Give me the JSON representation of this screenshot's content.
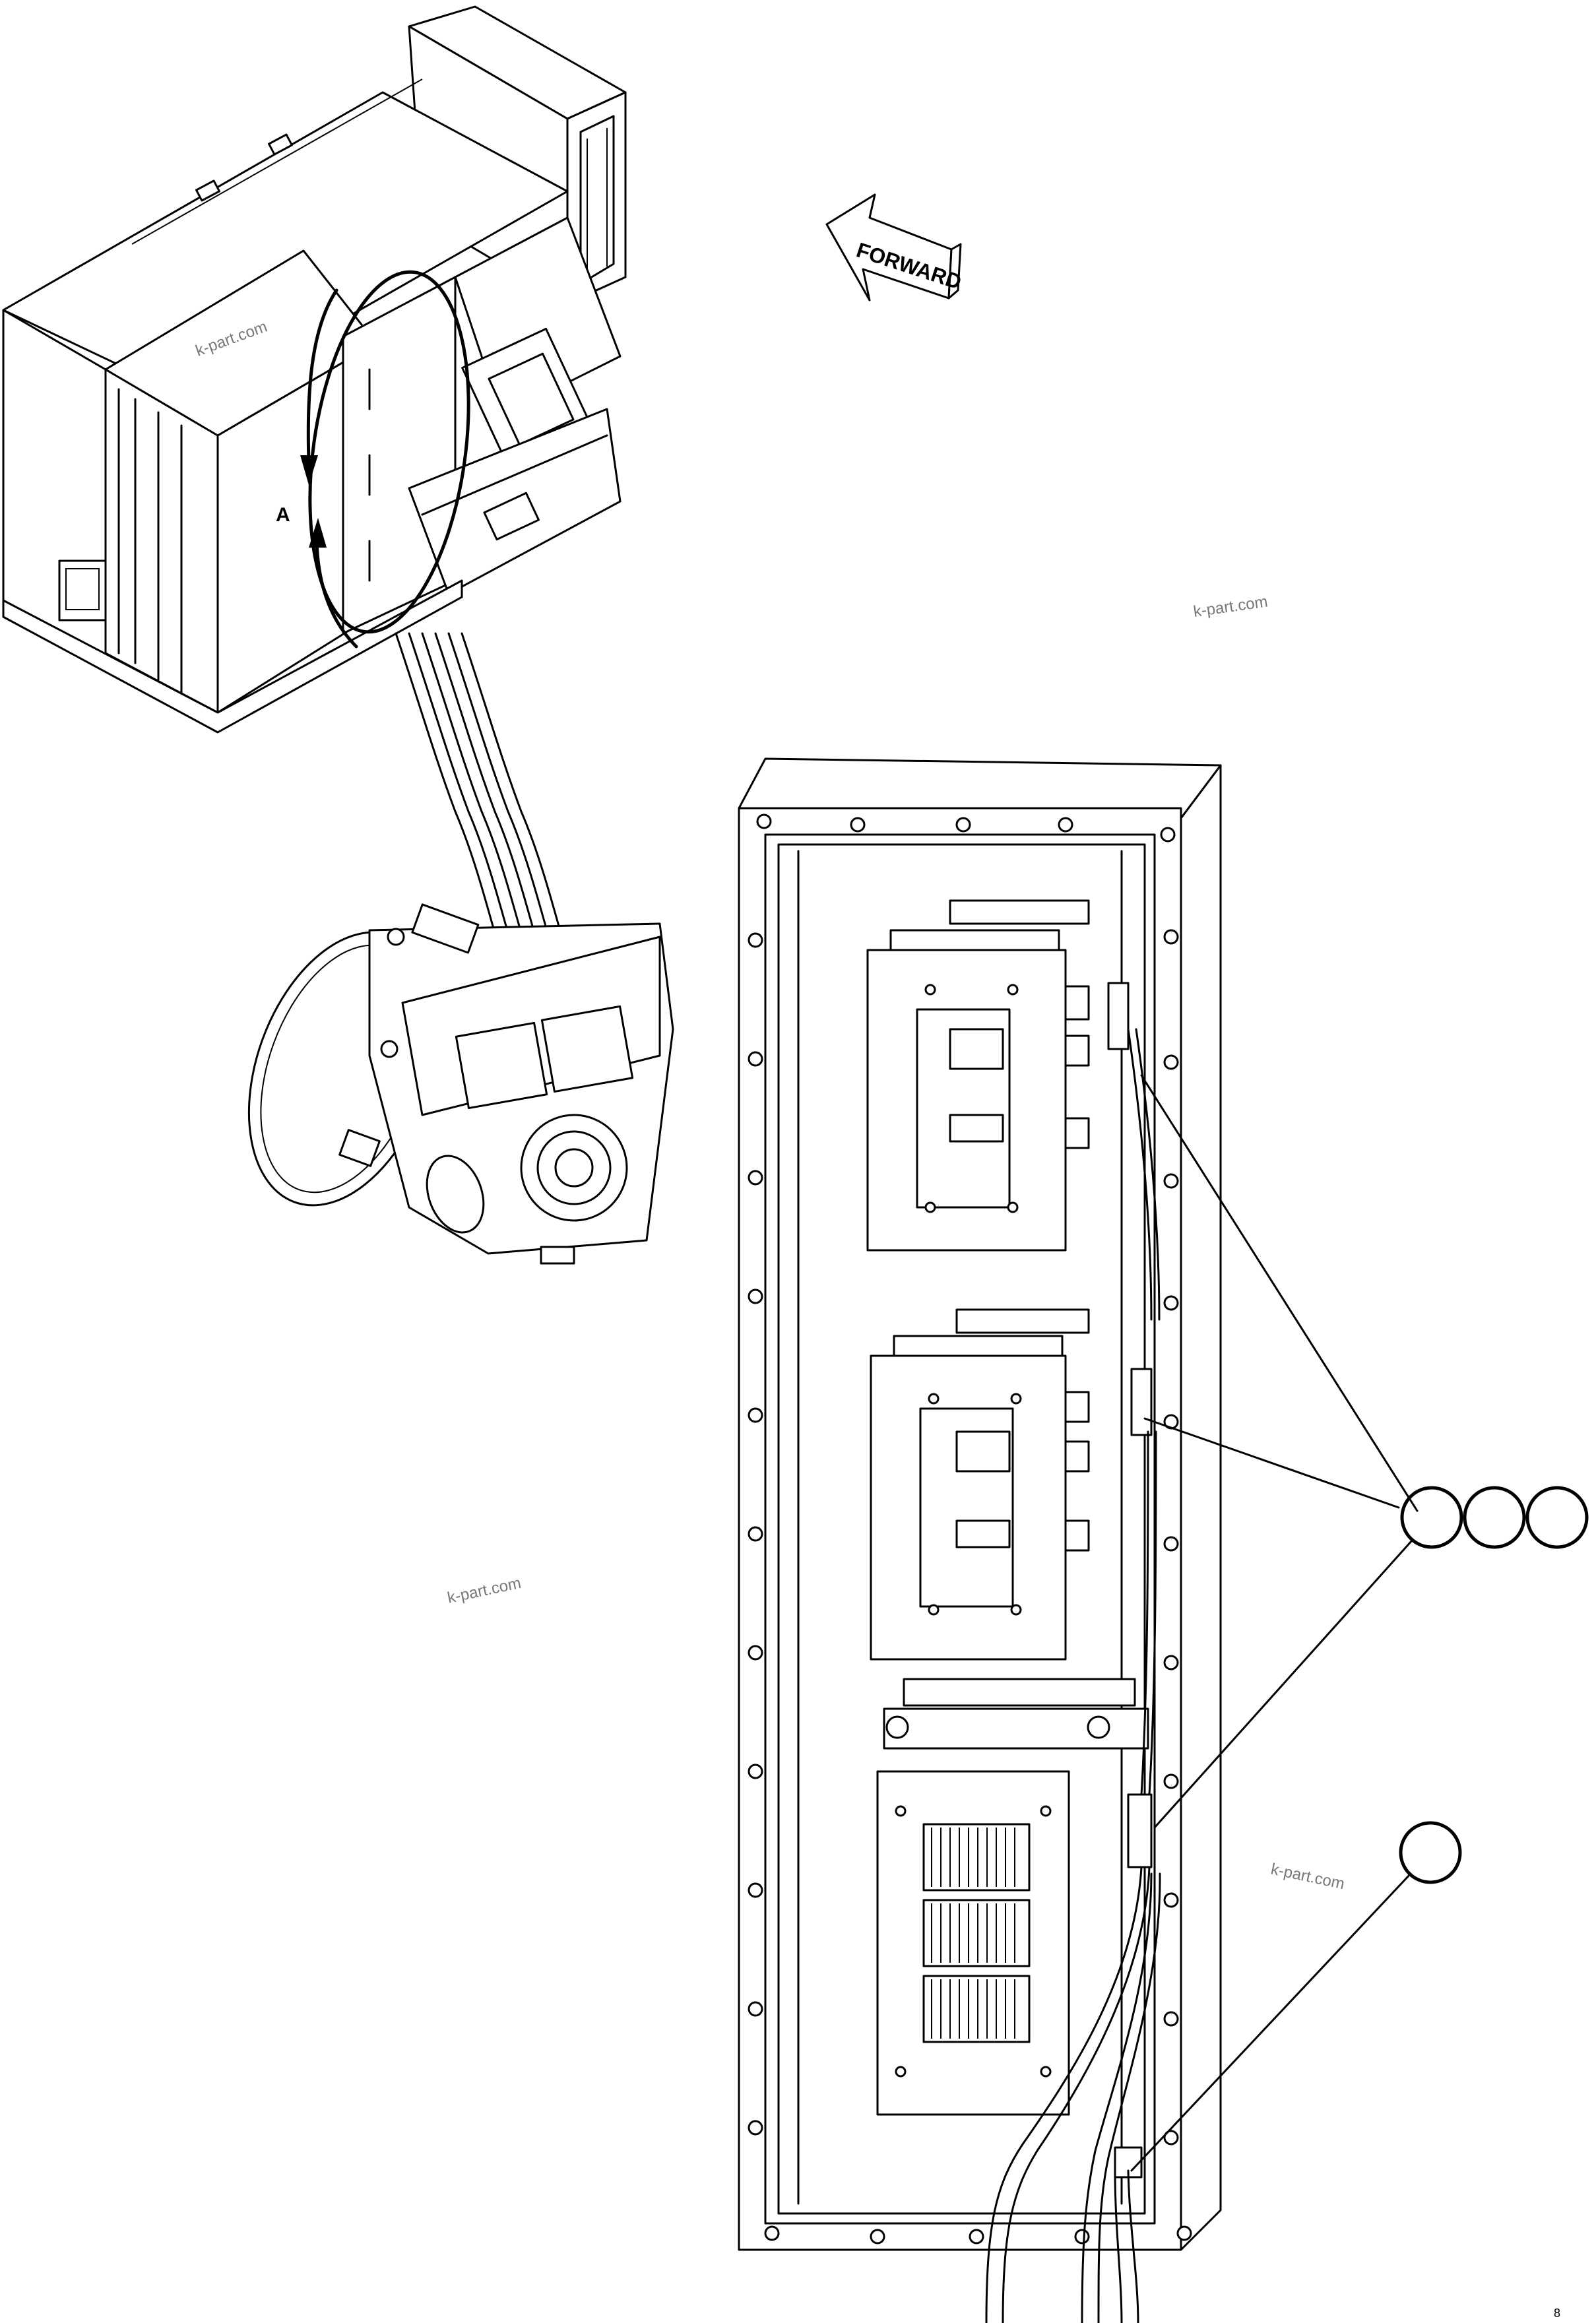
{
  "figure": {
    "direction_arrow_label": "FORWARD",
    "view_marker_label": "A",
    "watermarks": [
      "k-part.com",
      "k-part.com",
      "k-part.com",
      "k-part.com"
    ],
    "page_mark": "8",
    "callouts": [
      {
        "id": "callout-1",
        "text": ""
      },
      {
        "id": "callout-2",
        "text": ""
      },
      {
        "id": "callout-3",
        "text": ""
      },
      {
        "id": "callout-4",
        "text": ""
      }
    ]
  }
}
